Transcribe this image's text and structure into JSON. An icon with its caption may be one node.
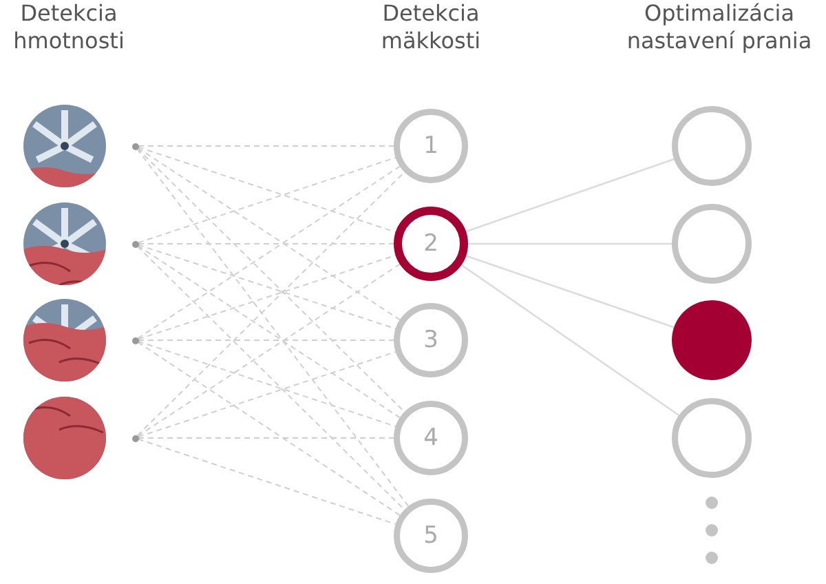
{
  "diagram": {
    "nodes": [
      {
        "text": [],
        "shape": "picture"
      },
      {
        "text": [],
        "shape": "picture"
      },
      {
        "text": [],
        "shape": "picture"
      },
      {
        "text": [],
        "shape": "picture"
      },
      {
        "text": [],
        "shape": "circle"
      },
      {
        "text": [],
        "shape": "circle"
      },
      {
        "text": [],
        "shape": "circle"
      },
      {
        "text": [],
        "shape": "circle"
      },
      {
        "text": [
          "1"
        ]
      },
      {
        "text": [
          "2"
        ]
      },
      {
        "text": [
          "3"
        ]
      },
      {
        "text": [
          "4"
        ]
      },
      {
        "text": [
          "5"
        ]
      },
      {
        "text": [],
        "shape": "circle"
      },
      {
        "text": [],
        "shape": "circle"
      },
      {
        "text": [],
        "shape": "circle"
      },
      {
        "text": [],
        "shape": "circle"
      }
    ],
    "edges": [
      {
        "from": 4,
        "to": 8,
        "arrow": "none",
        "style": "dashed"
      },
      {
        "from": 4,
        "to": 9,
        "arrow": "none",
        "style": "dashed"
      },
      {
        "from": 4,
        "to": 10,
        "arrow": "none",
        "style": "dashed"
      },
      {
        "from": 4,
        "to": 11,
        "arrow": "none",
        "style": "dashed"
      },
      {
        "from": 4,
        "to": 12,
        "arrow": "none",
        "style": "dashed"
      },
      {
        "from": 5,
        "to": 8,
        "arrow": "none",
        "style": "dashed"
      },
      {
        "from": 5,
        "to": 9,
        "arrow": "none",
        "style": "dashed"
      },
      {
        "from": 5,
        "to": 10,
        "arrow": "none",
        "style": "dashed"
      },
      {
        "from": 5,
        "to": 11,
        "arrow": "none",
        "style": "dashed"
      },
      {
        "from": 5,
        "to": 12,
        "arrow": "none",
        "style": "dashed"
      },
      {
        "from": 6,
        "to": 8,
        "arrow": "none",
        "style": "dashed"
      },
      {
        "from": 6,
        "to": 9,
        "arrow": "none",
        "style": "dashed"
      },
      {
        "from": 6,
        "to": 10,
        "arrow": "none",
        "style": "dashed"
      },
      {
        "from": 6,
        "to": 11,
        "arrow": "none",
        "style": "dashed"
      },
      {
        "from": 6,
        "to": 12,
        "arrow": "none",
        "style": "dashed"
      },
      {
        "from": 7,
        "to": 8,
        "arrow": "none",
        "style": "dashed"
      },
      {
        "from": 7,
        "to": 9,
        "arrow": "none",
        "style": "dashed"
      },
      {
        "from": 7,
        "to": 10,
        "arrow": "none",
        "style": "dashed"
      },
      {
        "from": 7,
        "to": 11,
        "arrow": "none",
        "style": "dashed"
      },
      {
        "from": 7,
        "to": 12,
        "arrow": "none",
        "style": "dashed"
      },
      {
        "from": 9,
        "to": 13,
        "arrow": "none"
      },
      {
        "from": 9,
        "to": 14,
        "arrow": "none"
      },
      {
        "from": 9,
        "to": 15,
        "arrow": "none"
      },
      {
        "from": 9,
        "to": 16,
        "arrow": "none"
      }
    ],
    "labels": [
      "Detekcia hmotnosti",
      "Detekcia mäkkosti",
      "Optimalizácia nastavení prania"
    ]
  }
}
